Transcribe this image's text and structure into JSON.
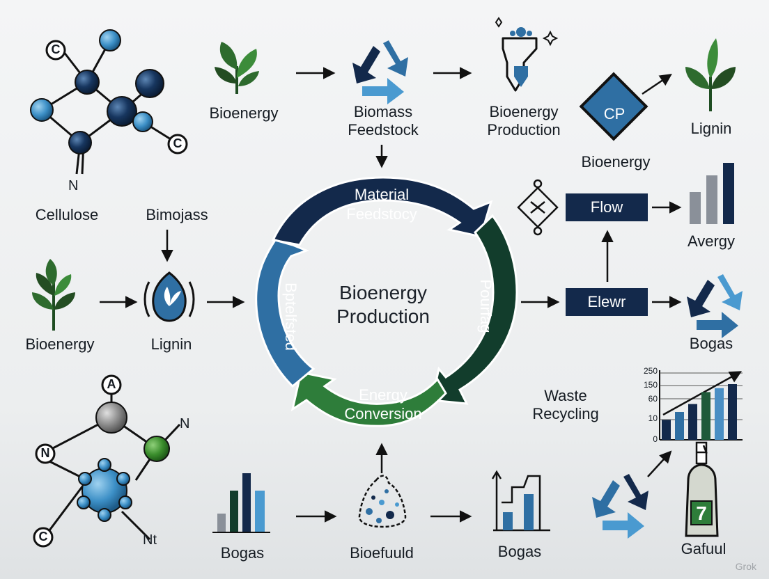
{
  "labels": {
    "cellulose": "Cellulose",
    "bioenergy_top": "Bioenergy",
    "biomass_feedstock": "Biomass Feedstock",
    "bioenergy_production_top": "Bioenergy Production",
    "cp_box": "CP",
    "bioenergy_right": "Bioenergy",
    "lignin_top": "Lignin",
    "bimojass": "Bimojass",
    "bioenergy_left": "Bioenergy",
    "lignin_mid": "Lignin",
    "flow_box": "Flow",
    "avergy": "Avergy",
    "elewr_box": "Elewr",
    "bogas_right": "Bogas",
    "waste_recycling": "Waste Recycling",
    "bogas_bottom_left": "Bogas",
    "bioefuuld": "Bioefuuld",
    "bogas_bottom_mid": "Bogas",
    "gafuul": "Gafuul",
    "jug_number": "7"
  },
  "molecule_top": {
    "atom_labels": [
      "C",
      "C",
      "N"
    ]
  },
  "molecule_bottom": {
    "atom_labels": [
      "A",
      "N",
      "N",
      "C",
      "Nt"
    ]
  },
  "cycle": {
    "center_line1": "Bioenergy",
    "center_line2": "Production",
    "segments": [
      {
        "line1": "Material",
        "line2": "Feedstocy",
        "color": "#13294b"
      },
      {
        "line1": "Pourfag",
        "line2": "",
        "color": "#123d2c"
      },
      {
        "line1": "Energy",
        "line2": "Conversion",
        "color": "#2e7d3a"
      },
      {
        "line1": "Bptelfsted",
        "line2": "",
        "color": "#2f6fa3"
      }
    ]
  },
  "chart_mini": {
    "type": "bar",
    "tick_labels": [
      "250",
      "150",
      "60",
      "10",
      "0"
    ],
    "values": [
      25,
      35,
      45,
      60,
      65,
      70
    ],
    "colors": [
      "#13294b",
      "#2f6fa3",
      "#13294b",
      "#1f5a3a",
      "#4a8fc4",
      "#13294b"
    ]
  },
  "colors": {
    "navy": "#13294b",
    "blue": "#2f6fa3",
    "light_blue": "#4a9ad0",
    "green": "#2e7d3a",
    "dark_green": "#123d2c",
    "gray": "#8a9099"
  },
  "watermark": "Grok"
}
